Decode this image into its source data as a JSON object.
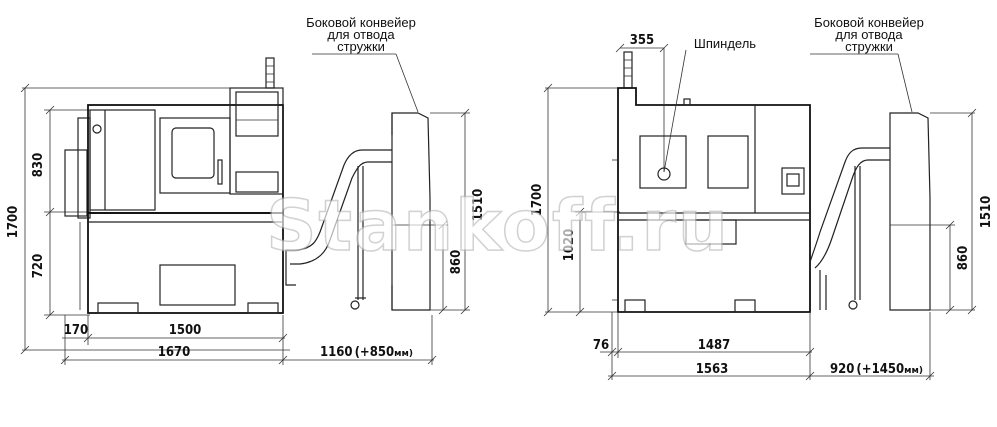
{
  "left_view": {
    "conveyor_label_lines": [
      "Боковой конвейер",
      "для отвода",
      "стружки"
    ],
    "dims": {
      "total_height": "1700",
      "upper_height": "830",
      "lower_height": "720",
      "conveyor_height": "1510",
      "conveyor_inner_height": "860",
      "offset": "170",
      "base_width": "1500",
      "total_width": "1670",
      "conveyor_width_main": "1160",
      "conveyor_width_ext": "(+850",
      "conveyor_width_unit": "мм)"
    }
  },
  "right_view": {
    "spindle_label": "Шпиндель",
    "spindle_offset": "355",
    "conveyor_label_lines": [
      "Боковой конвейер",
      "для отвода",
      "стружки"
    ],
    "dims": {
      "total_height": "1700",
      "lower_height": "1020",
      "conveyor_height": "1510",
      "conveyor_inner_height": "860",
      "offset": "76",
      "base_width": "1487",
      "total_width": "1563",
      "conveyor_width_main": "920",
      "conveyor_width_ext": "(+1450",
      "conveyor_width_unit": "мм)"
    }
  },
  "watermark": "Stankoff.ru"
}
